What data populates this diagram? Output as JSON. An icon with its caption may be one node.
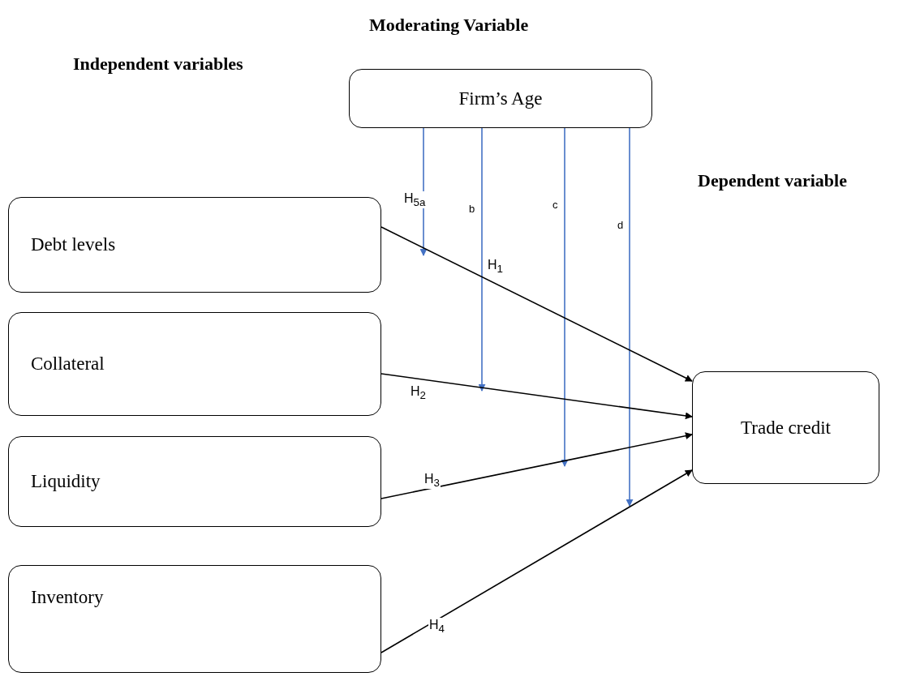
{
  "diagram": {
    "nodes": [
      {
        "text": [
          "Firm’s Age"
        ]
      },
      {
        "text": [
          "Debt levels"
        ]
      },
      {
        "text": [
          "Collateral"
        ]
      },
      {
        "text": [
          "Liquidity"
        ]
      },
      {
        "text": [
          "Inventory"
        ]
      },
      {
        "text": [
          "Trade credit"
        ]
      }
    ],
    "edges": [
      {
        "from": 0,
        "to": null,
        "arrow": "to",
        "label": "H$_{5a}$",
        "color": "#4472c4"
      },
      {
        "from": 0,
        "to": null,
        "arrow": "to",
        "label": "b",
        "color": "#4472c4"
      },
      {
        "from": 0,
        "to": null,
        "arrow": "to",
        "label": "c",
        "color": "#4472c4"
      },
      {
        "from": 0,
        "to": null,
        "arrow": "to",
        "label": "d",
        "color": "#4472c4"
      },
      {
        "from": 1,
        "to": 5,
        "arrow": "to",
        "label": "H$_{1}$",
        "color": "#000000"
      },
      {
        "from": 2,
        "to": 5,
        "arrow": "to",
        "label": "H$_{2}$",
        "color": "#000000"
      },
      {
        "from": 3,
        "to": 5,
        "arrow": "to",
        "label": "H$_{3}$",
        "color": "#000000"
      },
      {
        "from": 4,
        "to": 5,
        "arrow": "to",
        "label": "H$_{4}$",
        "color": "#000000"
      }
    ],
    "labels": [
      "Moderating Variable",
      "Independent variables",
      "Dependent variable"
    ]
  }
}
